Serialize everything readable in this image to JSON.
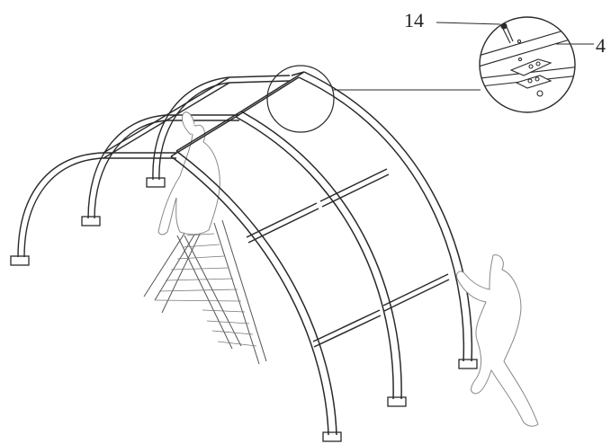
{
  "figure": {
    "callouts": [
      {
        "id": "14",
        "text": "14"
      },
      {
        "id": "4",
        "text": "4"
      }
    ],
    "colors": {
      "line": "#2a2a2a",
      "person": "#888888",
      "background": "#ffffff"
    }
  }
}
